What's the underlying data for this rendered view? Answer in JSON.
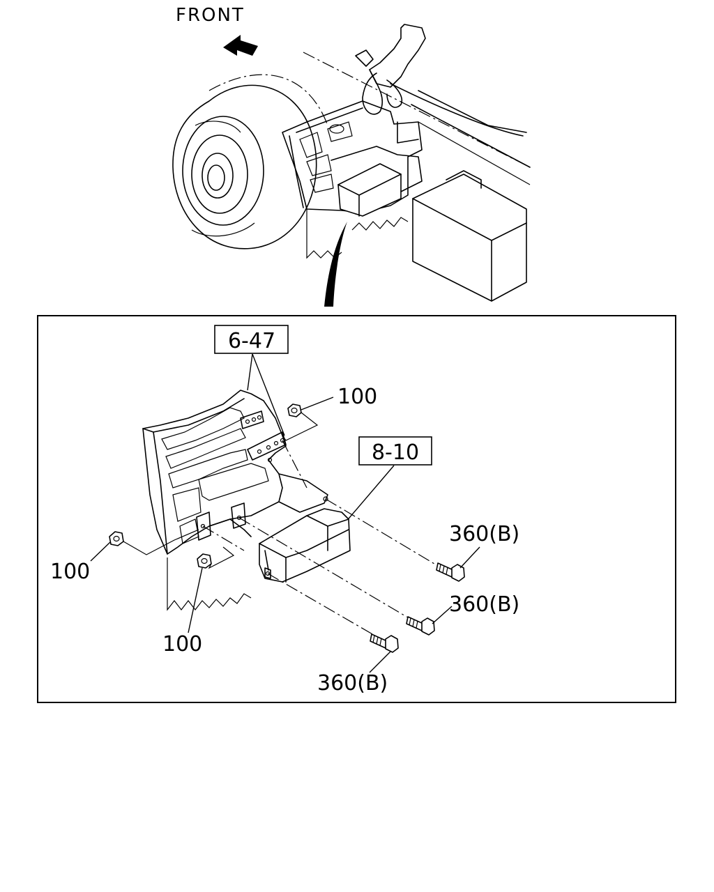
{
  "direction_label": "FRONT",
  "callouts": {
    "assembly_6_47": "6-47",
    "assembly_8_10": "8-10",
    "nut_top": "100",
    "nut_left": "100",
    "nut_bottom": "100",
    "bolt_upper": "360(B)",
    "bolt_middle": "360(B)",
    "bolt_lower": "360(B)"
  }
}
